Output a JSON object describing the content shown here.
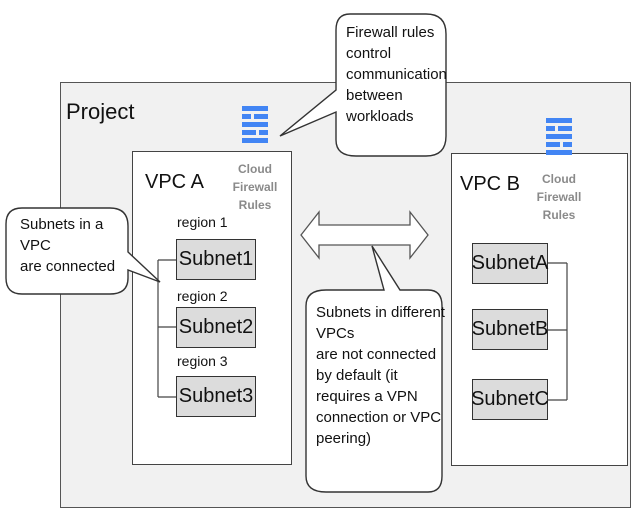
{
  "project": {
    "title": "Project"
  },
  "vpc_a": {
    "title": "VPC A",
    "firewall_label": "Cloud Firewall Rules",
    "regions": [
      "region 1",
      "region 2",
      "region 3"
    ],
    "subnets": [
      "Subnet1",
      "Subnet2",
      "Subnet3"
    ]
  },
  "vpc_b": {
    "title": "VPC B",
    "firewall_label": "Cloud Firewall Rules",
    "subnets": [
      "SubnetA",
      "SubnetB",
      "SubnetC"
    ]
  },
  "callouts": {
    "firewall": [
      "Firewall rules",
      "control",
      "communication",
      "between",
      "workloads"
    ],
    "subnets_in_vpc": [
      "Subnets in a",
      "VPC",
      "are connected"
    ],
    "different_vpcs": [
      "Subnets in different",
      "VPCs",
      "are not connected",
      "by default (it",
      "requires a VPN",
      "connection or VPC",
      "peering)"
    ]
  },
  "colors": {
    "firewall_icon": "#4285f4",
    "subnet_fill": "#dcdcdc",
    "project_fill": "#f1f1f1"
  },
  "icons": {
    "firewall": "firewall-icon",
    "double_arrow": "double-arrow-icon"
  }
}
